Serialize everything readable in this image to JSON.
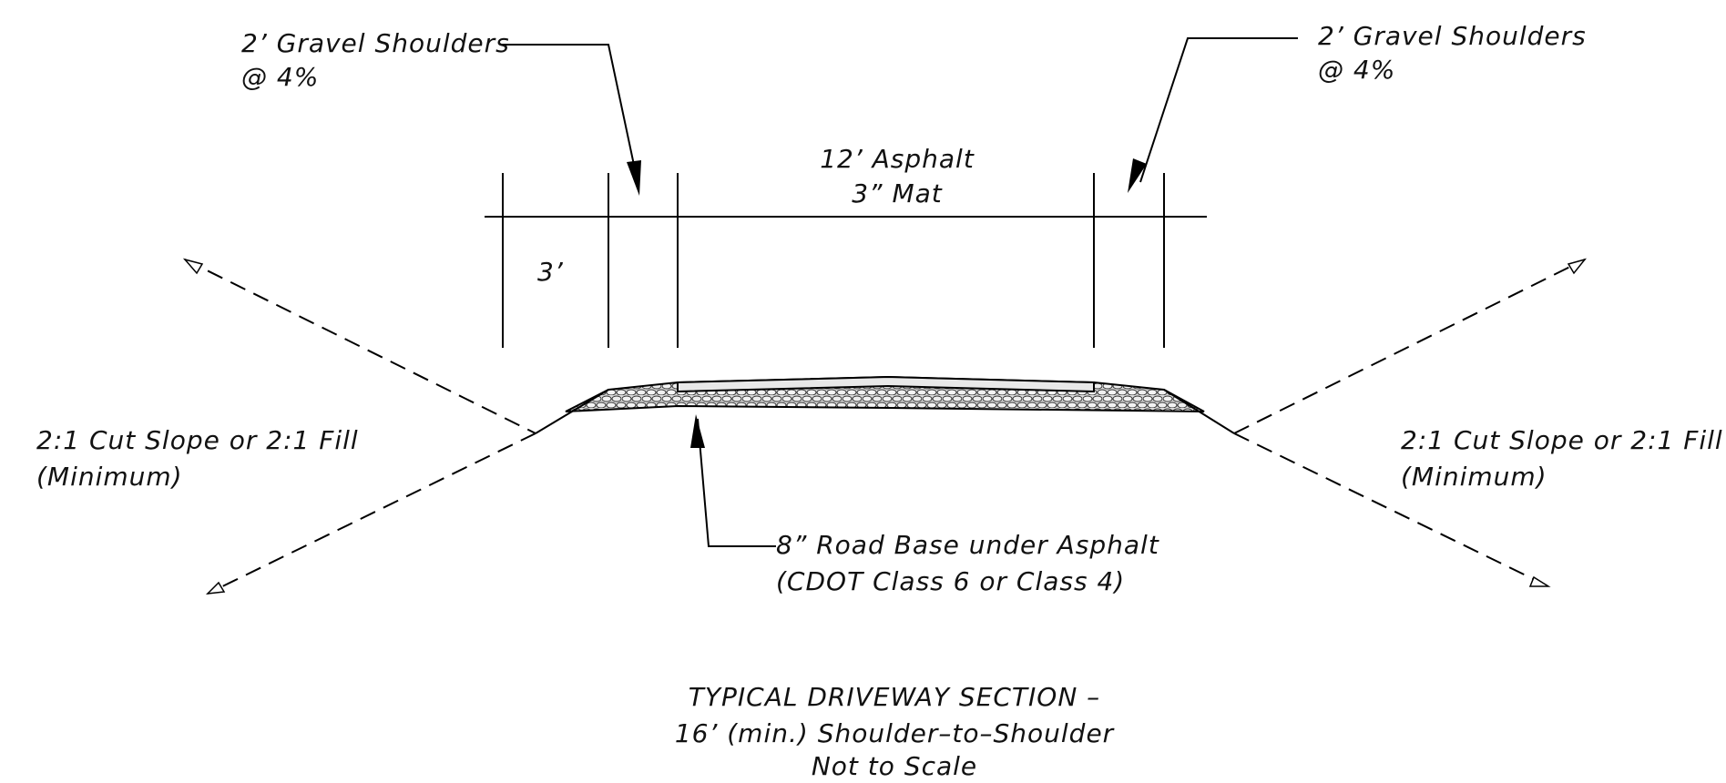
{
  "labels": {
    "left_shoulder_1": "2’ Gravel Shoulders",
    "left_shoulder_2": "@ 4%",
    "right_shoulder_1": "2’ Gravel Shoulders",
    "right_shoulder_2": "@ 4%",
    "asphalt_1": "12’ Asphalt",
    "asphalt_2": "3” Mat",
    "ditch_width": "3’",
    "left_slope_1": "2:1 Cut Slope or 2:1 Fill",
    "left_slope_2": "(Minimum)",
    "right_slope_1": "2:1 Cut Slope or 2:1 Fill",
    "right_slope_2": "(Minimum)",
    "base_1": "8” Road Base under Asphalt",
    "base_2": "(CDOT Class 6 or Class 4)",
    "title_1": "TYPICAL DRIVEWAY SECTION –",
    "title_2": "16’ (min.) Shoulder–to–Shoulder",
    "title_3": "Not to Scale"
  }
}
